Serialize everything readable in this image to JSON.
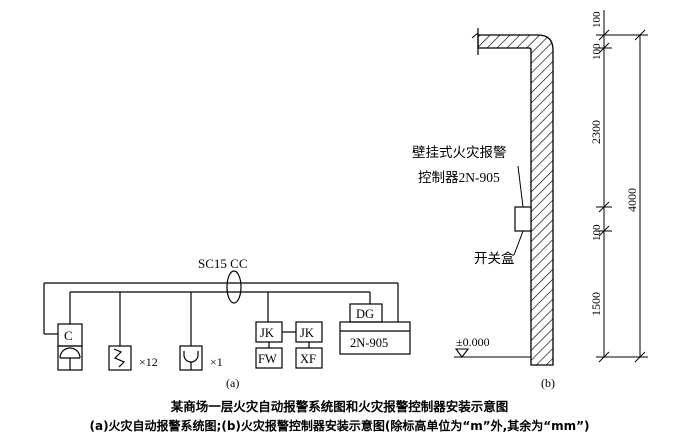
{
  "panel_a": {
    "cable_label": "SC15 CC",
    "devices": {
      "c": "C",
      "jk_left": "JK",
      "jk_right": "JK",
      "fw": "FW",
      "xf": "XF",
      "dg": "DG",
      "controller": "2N-905"
    },
    "counts": {
      "manual_alarm": "×12",
      "bell": "×1"
    },
    "label": "(a)"
  },
  "panel_b": {
    "callout_line1": "壁挂式火灾报警",
    "callout_line2": "控制器2N-905",
    "switch_box_label": "开关盒",
    "elevation": "±0.000",
    "dimensions": {
      "top_small": "100",
      "top": "100",
      "upper": "2300",
      "middle": "100",
      "lower": "1500",
      "total": "4000"
    },
    "label": "(b)"
  },
  "caption": {
    "title": "某商场一层火灾自动报警系统图和火灾报警控制器安装示意图",
    "description": "(a)火灾自动报警系统图;(b)火灾报警控制器安装示意图(除标高单位为“m”外,其余为“mm”)"
  }
}
